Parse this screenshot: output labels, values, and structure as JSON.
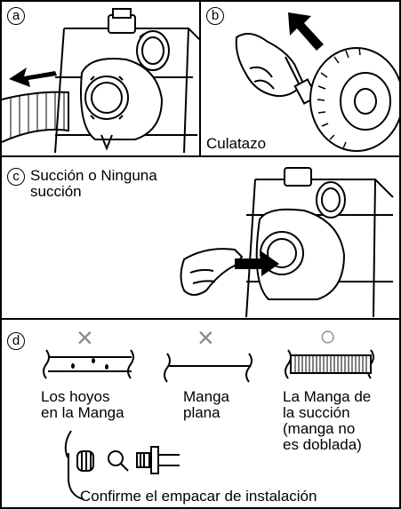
{
  "panel_a": {
    "badge": "a"
  },
  "panel_b": {
    "badge": "b",
    "caption": "Culatazo"
  },
  "panel_c": {
    "badge": "c",
    "line1": "Succión o Ninguna",
    "line2": "succión"
  },
  "panel_d": {
    "badge": "d",
    "items": [
      {
        "mark": "×",
        "line1": "Los hoyos",
        "line2": "en la Manga"
      },
      {
        "mark": "×",
        "line1": "Manga",
        "line2": "plana"
      },
      {
        "mark": "○",
        "line1": "La Manga de",
        "line2": "la succión",
        "line3": "(manga no",
        "line4": "es doblada)"
      }
    ],
    "footer": "Confirme el empacar de instalación"
  }
}
